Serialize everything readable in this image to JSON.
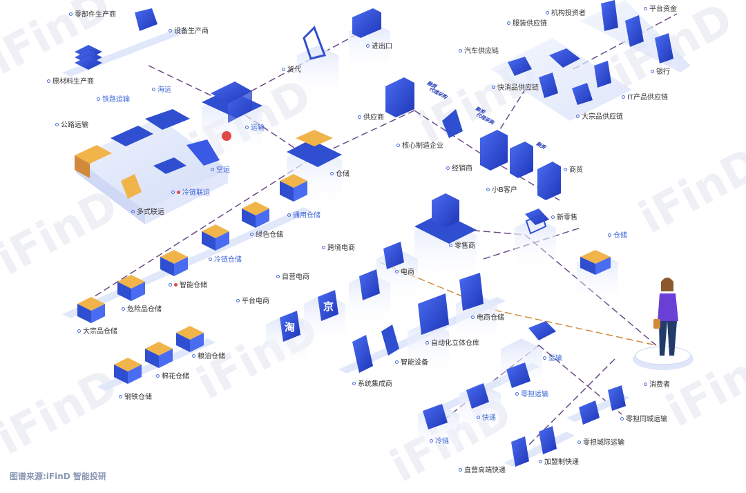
{
  "watermark": "iFinD",
  "source": "图谱来源:iFinD 智能投研",
  "colors": {
    "line_dark": "#6a4a88",
    "line_orange": "#d08a3a",
    "accent": "#3f68d8",
    "box_blue": "#2f4fd0",
    "box_light": "#e7ecfb"
  },
  "labels": {
    "parts": "零部件生产商",
    "equipment": "设备生产商",
    "raw": "原材料生产商",
    "sea": "海运",
    "rail": "铁路运输",
    "road": "公路运输",
    "forwarder": "货代",
    "import_export": "进出口",
    "transport": "运输",
    "air": "空运",
    "cold_chain": "冷链联运",
    "multimodal": "多式联运",
    "warehousing": "仓储",
    "general_wh": "通用仓储",
    "green_wh": "绿色仓储",
    "cold_wh": "冷链仓储",
    "smart_wh": "智能仓储",
    "hazard_wh": "危险品仓储",
    "bulk_wh": "大宗品仓储",
    "grain_wh": "粮油仓储",
    "cotton_wh": "棉花仓储",
    "steel_wh": "钢铁仓储",
    "institution": "机构投资者",
    "platform_fund": "平台资金",
    "apparel": "服装供应链",
    "auto": "汽车供应链",
    "fmcg": "快消品供应链",
    "bank": "银行",
    "it": "IT产品供应链",
    "bulk_sc": "大宗品供应链",
    "supplier": "供应商",
    "core": "核心制造企业",
    "dealer": "经销商",
    "small_b": "小B客户",
    "trade": "商贸",
    "new_retail": "新零售",
    "retailer": "零售商",
    "cross_border": "跨境电商",
    "self_ec": "自营电商",
    "platform_ec": "平台电商",
    "ecommerce": "电商",
    "ec_wh": "电商仓储",
    "auto_wh": "自动化立体仓库",
    "smart_equip": "智能设备",
    "integrator": "系统集成商",
    "warehouse2": "仓储",
    "transport2": "运输",
    "ltl": "零担运输",
    "ltl_city": "零担同城运输",
    "ltl_intercity": "零担城际运输",
    "express": "快递",
    "cold2": "冷链",
    "direct_express": "直营高端快递",
    "franchise_express": "加盟制快递",
    "consumer": "消费者",
    "flow1": "融资",
    "flow2": "代理采购",
    "flow3": "融资",
    "flow4": "代理采购",
    "flow5": "融资",
    "glyph_taobao": "淘",
    "glyph_jd": "京"
  }
}
